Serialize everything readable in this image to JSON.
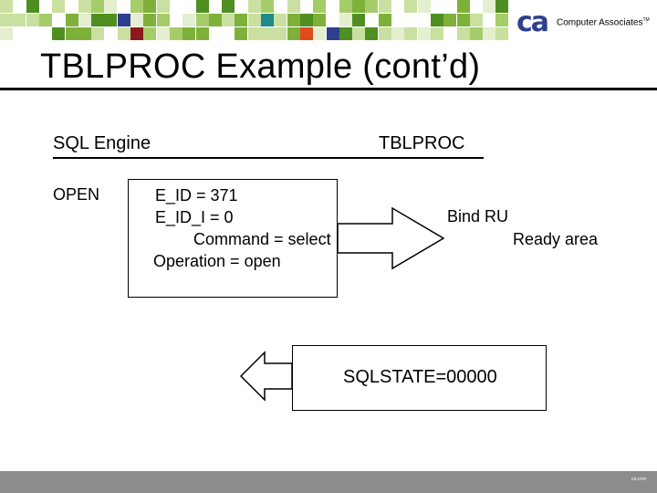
{
  "header": {
    "mosaic_colors": [
      "#7fb03a",
      "#a6cc6a",
      "#c9e0a0",
      "#e3efcf",
      "#4f8f22",
      "#2f3f8f",
      "#1e8a8a",
      "#e04b1c",
      "#8b1a1a"
    ],
    "logo": {
      "mark": "ca",
      "name": "Computer Associates",
      "tm": "TM",
      "color": "#2f3f8f"
    }
  },
  "title": "TBLPROC Example (cont’d)",
  "columns": {
    "left": "SQL Engine",
    "right": "TBLPROC"
  },
  "request": {
    "trigger": "OPEN",
    "lines": [
      "E_ID = 371",
      "E_ID_I = 0",
      "Command = select",
      "Operation = open"
    ]
  },
  "processing": {
    "lines": [
      "Bind RU",
      "Ready area"
    ]
  },
  "response": {
    "text": "SQLSTATE=00000"
  },
  "footer": {
    "code": "ca.com"
  },
  "colors": {
    "footer_bar": "#8c8c8c",
    "text": "#000000"
  }
}
